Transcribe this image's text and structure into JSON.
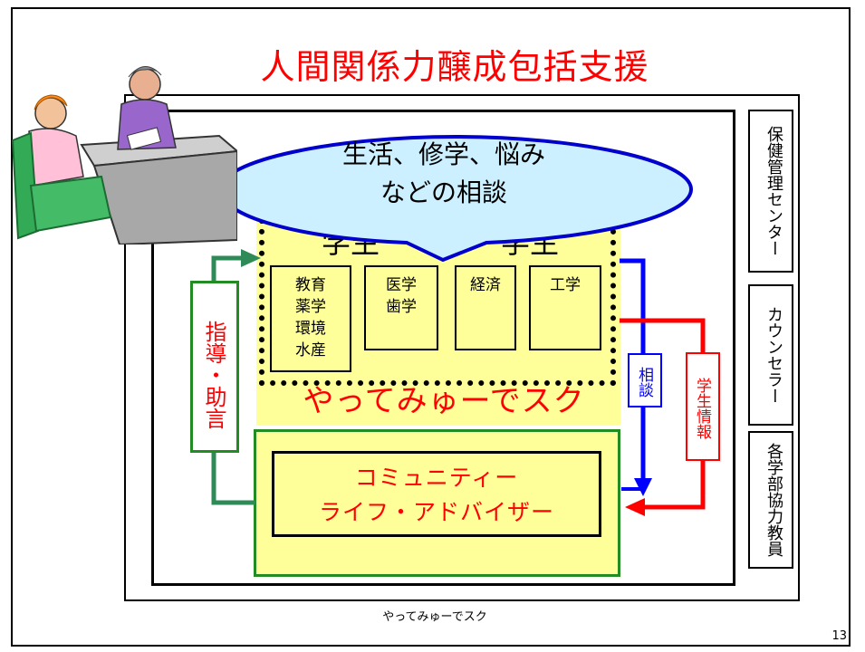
{
  "slide": {
    "title": "人間関係力醸成包括支援",
    "caption": "やってみゅーでスク",
    "page_number": "13"
  },
  "consultation_bubble": {
    "line1": "生活、修学、悩み",
    "line2": "などの相談"
  },
  "student_labels": [
    "学生",
    "学生"
  ],
  "departments": [
    {
      "text": "教育\n薬学\n環境\n水産"
    },
    {
      "text": "医学\n歯学"
    },
    {
      "text": "経済"
    },
    {
      "text": "工学"
    }
  ],
  "program_name": "やってみゅーでスク",
  "community_box": {
    "line1": "コミュニティー",
    "line2": "ライフ・アドバイザー"
  },
  "left_label": "指導・助言",
  "consult_label": "相談",
  "info_label": "学生情報",
  "side_boxes": [
    "保健管理センター",
    "カウンセラー",
    "各学部協力教員"
  ],
  "colors": {
    "title": "#ff0000",
    "yellow": "#ffff99",
    "green": "#228b22",
    "blue": "#0000ff",
    "red": "#ff0000",
    "bubble": "#ccf0ff"
  }
}
